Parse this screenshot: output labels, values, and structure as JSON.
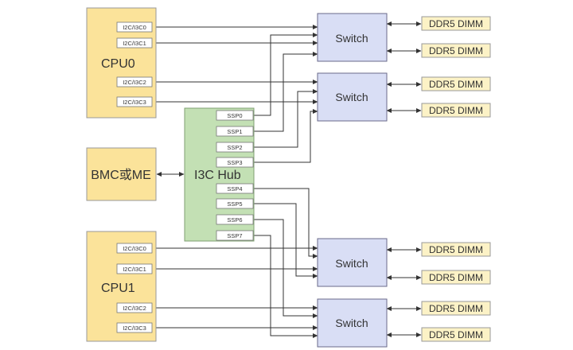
{
  "cpus": [
    {
      "label": "CPU0",
      "ports": [
        "I2C/I3C0",
        "I2C/I3C1",
        "I2C/I3C2",
        "I2C/I3C3"
      ]
    },
    {
      "label": "CPU1",
      "ports": [
        "I2C/I3C0",
        "I2C/I3C1",
        "I2C/I3C2",
        "I2C/I3C3"
      ]
    }
  ],
  "bmc": {
    "label": "BMC或ME"
  },
  "hub": {
    "label": "I3C Hub",
    "ports": [
      "SSP0",
      "SSP1",
      "SSP2",
      "SSP3",
      "SSP4",
      "SSP5",
      "SSP6",
      "SSP7"
    ]
  },
  "switches": [
    {
      "label": "Switch"
    },
    {
      "label": "Switch"
    },
    {
      "label": "Switch"
    },
    {
      "label": "Switch"
    }
  ],
  "dimms": [
    {
      "label": "DDR5 DIMM"
    },
    {
      "label": "DDR5 DIMM"
    },
    {
      "label": "DDR5 DIMM"
    },
    {
      "label": "DDR5 DIMM"
    },
    {
      "label": "DDR5 DIMM"
    },
    {
      "label": "DDR5 DIMM"
    },
    {
      "label": "DDR5 DIMM"
    },
    {
      "label": "DDR5 DIMM"
    }
  ]
}
